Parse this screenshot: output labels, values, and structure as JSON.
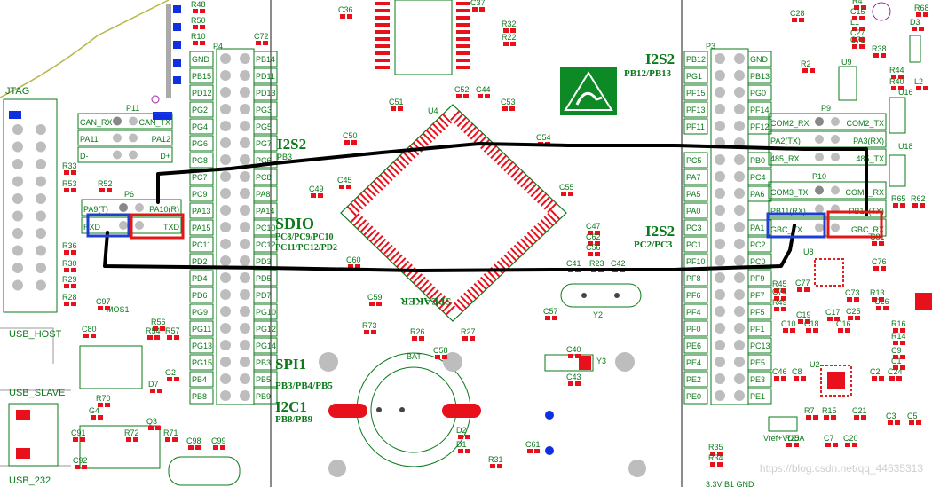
{
  "watermark": "https://blog.csdn.net/qq_44635313",
  "headers": {
    "jtag": "JTAG",
    "usb_host": "USB_HOST",
    "usb_slave": "USB_SLAVE",
    "usb_232": "USB_232",
    "bat": "BAT",
    "speaker": "SPEAKER",
    "mos1": "MOS1",
    "u4": "U4",
    "y2": "Y2",
    "y3": "Y3",
    "u2": "U2",
    "u8": "U8",
    "u9": "U9",
    "u16": "U16",
    "u18": "U18",
    "vref": "Vref+VDDA",
    "bottom_label": "3.3V B1 GND"
  },
  "bus_labels": {
    "i2s2_left": "I2S2",
    "i2s2_left_sub": "PB3",
    "sdio": "SDIO",
    "sdio_sub1": "PC8/PC9/PC10",
    "sdio_sub2": "PC11/PC12/PD2",
    "spi1": "SPI1",
    "spi1_sub": "PB3/PB4/PB5",
    "i2c1": "I2C1",
    "i2c1_sub": "PB8/PB9",
    "i2s2_top": "I2S2",
    "i2s2_top_sub": "PB12/PB13",
    "i2s2_mid": "I2S2",
    "i2s2_mid_sub": "PC2/PC3"
  },
  "p4": {
    "name": "P4",
    "left": [
      "GND",
      "PB15",
      "PD12",
      "PG2",
      "PG4",
      "PG6",
      "PG8",
      "PC7",
      "PC9",
      "PA13",
      "PA15",
      "PC11",
      "PD2",
      "PD4",
      "PD6",
      "PG9",
      "PG11",
      "PG13",
      "PG15",
      "PB4",
      "PB8"
    ],
    "right": [
      "PB14",
      "PD11",
      "PD13",
      "PG3",
      "PG5",
      "PG7",
      "PC6",
      "PC8",
      "PA8",
      "PA14",
      "PC10",
      "PC12",
      "PD3",
      "PD5",
      "PD7",
      "PG10",
      "PG12",
      "PG14",
      "PB3",
      "PB5",
      "PB9"
    ]
  },
  "p3": {
    "name": "P3",
    "left": [
      "PB12",
      "PG1",
      "PF15",
      "PF13",
      "PF11",
      "",
      "PC5",
      "PA7",
      "PA5",
      "PA0",
      "PC3",
      "PC1",
      "PF10",
      "PF8",
      "PF6",
      "PF4",
      "PF0",
      "PE6",
      "PE4",
      "PE2",
      "PE0"
    ],
    "right": [
      "GND",
      "PB13",
      "PG0",
      "PF14",
      "PF12",
      "",
      "PB0",
      "PC4",
      "PA6",
      "",
      "PA1",
      "PC2",
      "PC0",
      "PF9",
      "PF7",
      "PF5",
      "PF1",
      "PC13",
      "PE5",
      "PE3",
      "PE1"
    ]
  },
  "p11": {
    "name": "P11",
    "rows": [
      [
        "CAN_RX",
        "CAN_TX"
      ],
      [
        "PA11",
        "PA12"
      ],
      [
        "D-",
        "D+"
      ]
    ]
  },
  "p6": {
    "name": "P6",
    "rows": [
      [
        "PA9(T)",
        "PA10(R)"
      ],
      [
        "RXD",
        "TXD"
      ]
    ]
  },
  "p9": {
    "name": "P9",
    "rows": [
      [
        "COM2_RX",
        "COM2_TX"
      ],
      [
        "PA2(TX)",
        "PA3(RX)"
      ],
      [
        "485_RX",
        "485_TX"
      ]
    ]
  },
  "p10": {
    "name": "P10",
    "rows": [
      [
        "COM3_TX",
        "COM3_RX"
      ],
      [
        "PB11(RX)",
        "PB10(TX)"
      ],
      [
        "GBC_TX",
        "GBC_RX"
      ]
    ]
  },
  "designators": {
    "left": [
      "R48",
      "R50",
      "R10",
      "C72",
      "R33",
      "R53",
      "R52",
      "R36",
      "R30",
      "R29",
      "R28",
      "C97",
      "R56",
      "R54",
      "R57",
      "C80",
      "R70",
      "G2",
      "D7",
      "G4",
      "Q3",
      "C91",
      "R72",
      "R71",
      "C92",
      "C98",
      "C99"
    ],
    "center": [
      "C36",
      "C37",
      "R32",
      "R22",
      "C51",
      "C52",
      "C44",
      "C53",
      "C50",
      "C54",
      "C45",
      "C49",
      "C55",
      "C47",
      "C62",
      "C56",
      "C60",
      "C41",
      "R23",
      "C42",
      "C59",
      "C57",
      "R73",
      "R26",
      "C58",
      "R27",
      "C40",
      "C43",
      "D2",
      "D1",
      "R31",
      "C61"
    ],
    "right": [
      "C28",
      "R4",
      "C15",
      "L1",
      "C27",
      "C71",
      "R68",
      "D3",
      "R2",
      "R38",
      "R44",
      "R40",
      "L2",
      "R65",
      "R62",
      "C81",
      "C76",
      "R45",
      "C74",
      "R49",
      "C73",
      "R13",
      "C26",
      "C25",
      "C19",
      "C17",
      "C10",
      "C18",
      "C16",
      "R16",
      "R14",
      "C9",
      "C1",
      "C46",
      "C8",
      "C2",
      "C24",
      "R7",
      "R15",
      "C21",
      "R25",
      "C7",
      "C20",
      "C3",
      "C5",
      "R35",
      "R34",
      "C77"
    ]
  }
}
